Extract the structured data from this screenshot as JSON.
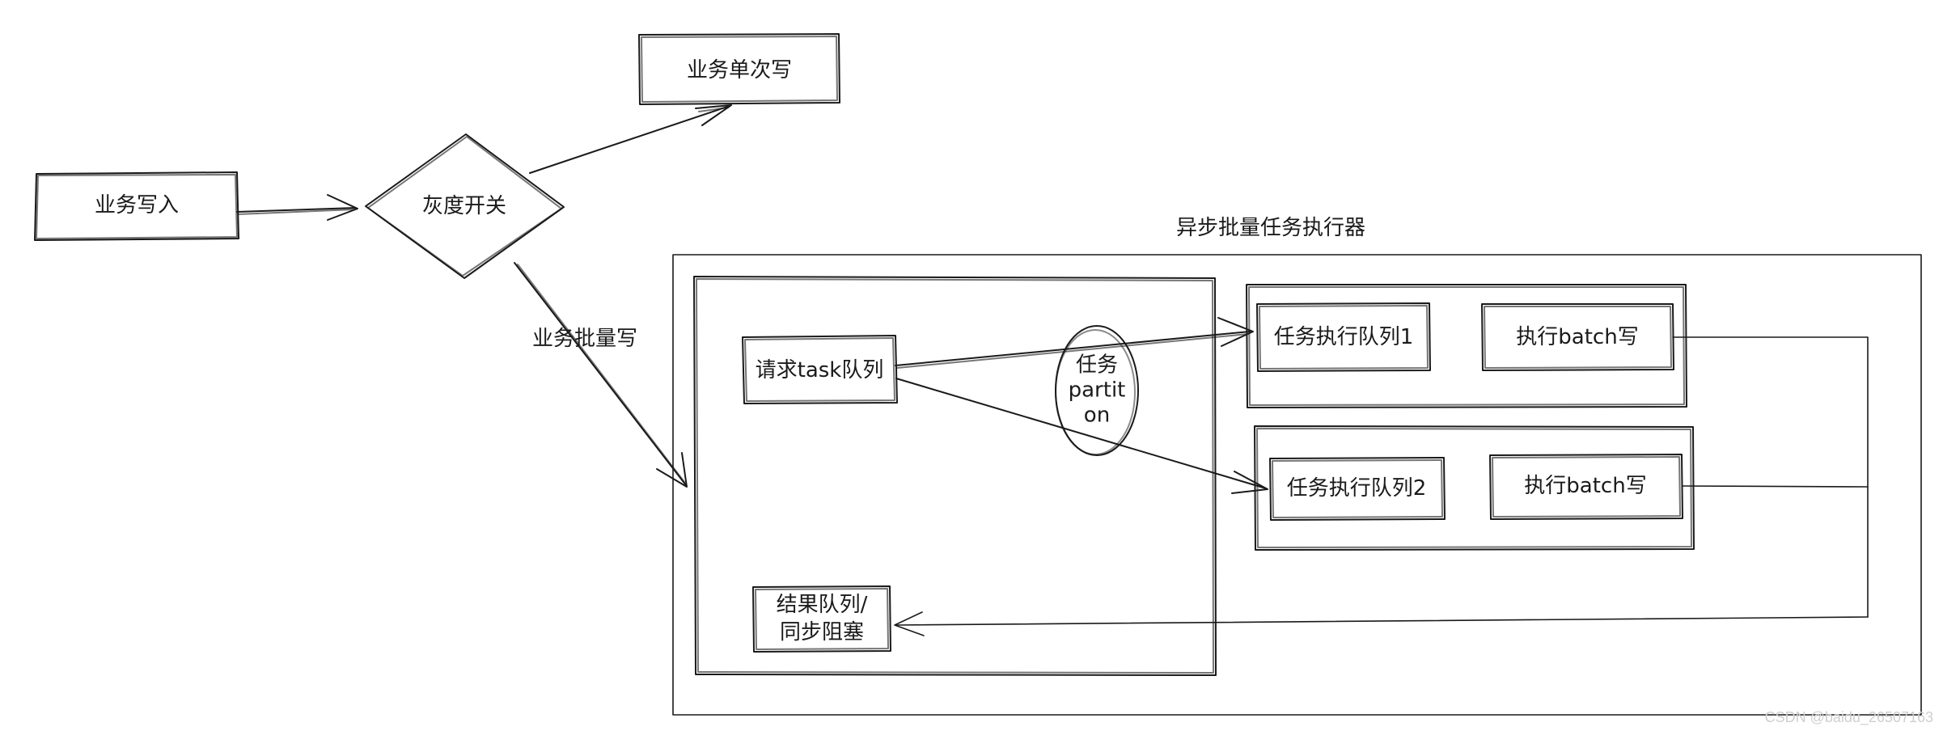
{
  "nodes": {
    "biz_write": "业务写入",
    "gray_switch": "灰度开关",
    "biz_single_write": "业务单次写",
    "executor_title": "异步批量任务执行器",
    "req_queue": "请求task队列",
    "partition": [
      "任务",
      "partit",
      "on"
    ],
    "queue1": "任务执行队列1",
    "batch1": "执行batch写",
    "queue2": "任务执行队列2",
    "batch2": "执行batch写",
    "result_queue": [
      "结果队列/",
      "同步阻塞"
    ]
  },
  "edges": {
    "batch_write_label": "业务批量写"
  },
  "watermark": "CSDN @baidu_26507163",
  "colors": {
    "stroke": "#1a1a1a",
    "background": "#ffffff"
  }
}
